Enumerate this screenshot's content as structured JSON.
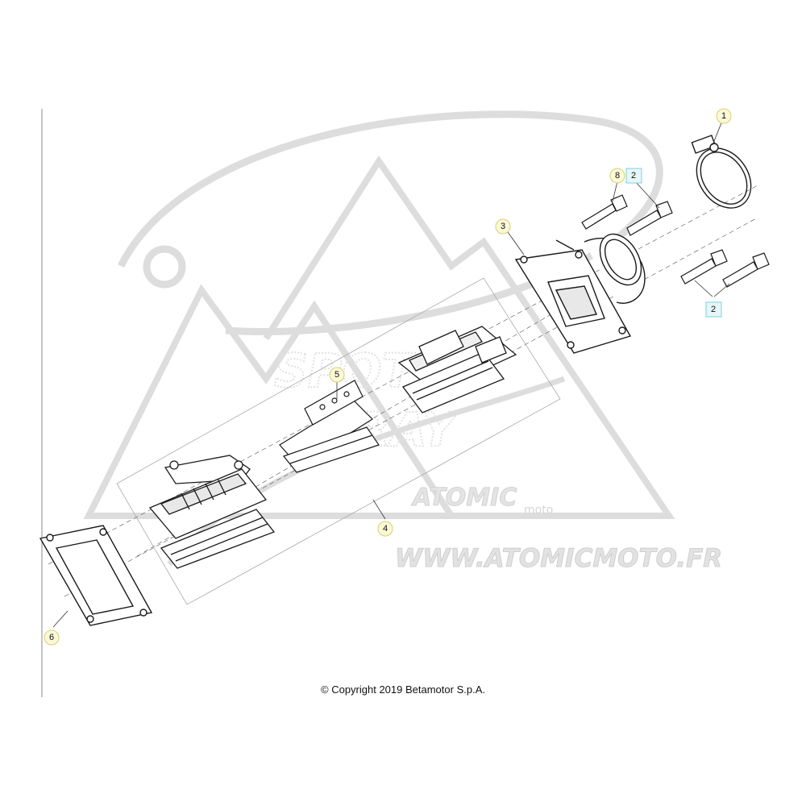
{
  "colors": {
    "line": "#1a1a1a",
    "watermark": "#dddddd",
    "callout_yellow_stroke": "#d8d070",
    "callout_yellow_fill": "#fbf8d8",
    "callout_cyan_stroke": "#7ad0e0",
    "callout_cyan_fill": "#e6f7fa"
  },
  "watermark": {
    "brand": "ATOMIC",
    "brand_sub": "moto",
    "url": "WWW.ATOMICMOTO.FR",
    "letters_top": "SPOT",
    "letters_bottom": "RAY"
  },
  "callouts": [
    {
      "label": "1",
      "style": "yellow"
    },
    {
      "label": "8",
      "style": "yellow"
    },
    {
      "label": "2",
      "style": "cyan"
    },
    {
      "label": "3",
      "style": "yellow"
    },
    {
      "label": "2",
      "style": "cyan"
    },
    {
      "label": "5",
      "style": "yellow"
    },
    {
      "label": "4",
      "style": "yellow"
    },
    {
      "label": "6",
      "style": "yellow"
    }
  ],
  "footer": {
    "copyright": "© Copyright 2019 Betamotor S.p.A."
  }
}
